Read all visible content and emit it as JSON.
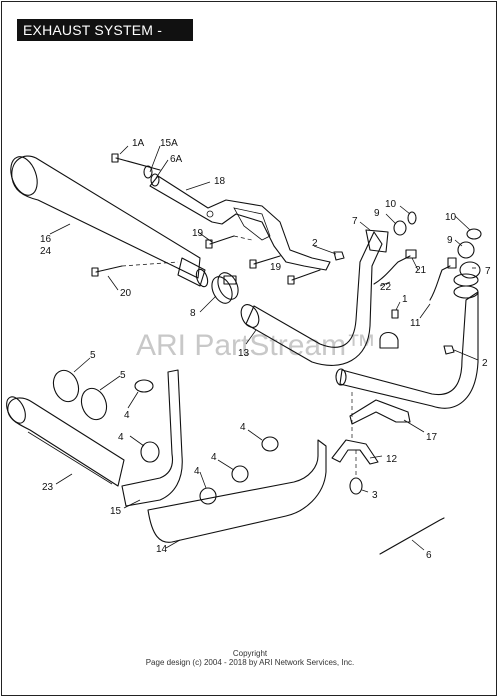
{
  "title": "EXHAUST SYSTEM - FLD",
  "watermark": "ARI PartStream™",
  "footer": {
    "copyright": "Copyright",
    "design": "Page design (c) 2004 - 2018 by ARI Network Services, Inc."
  },
  "callouts": {
    "c1A": "1A",
    "c15A": "15A",
    "c6A": "6A",
    "c18": "18",
    "c16": "16",
    "c24": "24",
    "c19a": "19",
    "c19b": "19",
    "c20": "20",
    "c2a": "2",
    "c7a": "7",
    "c9a": "9",
    "c10a": "10",
    "c10b": "10",
    "c9b": "9",
    "c7b": "7",
    "c22": "22",
    "c21": "21",
    "c1": "1",
    "c11": "11",
    "c2b": "2",
    "c8": "8",
    "c13": "13",
    "c5a": "5",
    "c5b": "5",
    "c4a": "4",
    "c4b": "4",
    "c4c": "4",
    "c4d": "4",
    "c4e": "4",
    "c23": "23",
    "c15": "15",
    "c14": "14",
    "c17": "17",
    "c12": "12",
    "c3": "3",
    "c6": "6"
  }
}
